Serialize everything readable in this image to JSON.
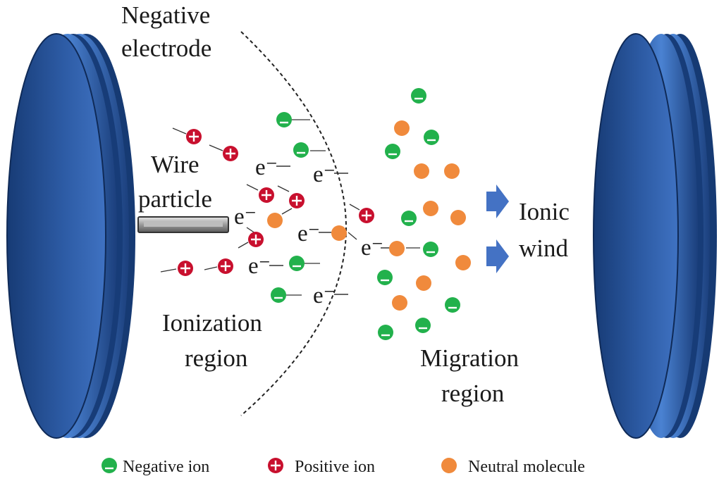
{
  "labels": {
    "negative_electrode": [
      "Negative",
      "electrode"
    ],
    "wire_particle": [
      "Wire",
      "particle"
    ],
    "ionization_region": [
      "Ionization",
      "region"
    ],
    "migration_region": [
      "Migration",
      "region"
    ],
    "ionic_wind": [
      "Ionic",
      "wind"
    ],
    "electron_symbol": "e⁻"
  },
  "legend": {
    "negative_ion": "Negative ion",
    "positive_ion": "Positive ion",
    "neutral_molecule": "Neutral molecule"
  },
  "colors": {
    "electrode_blue": "#2f5fa8",
    "negative_ion_green": "#22b14c",
    "positive_ion_red": "#c8102e",
    "neutral_orange": "#f08a3c",
    "wind_arrow_blue": "#4472c4"
  }
}
